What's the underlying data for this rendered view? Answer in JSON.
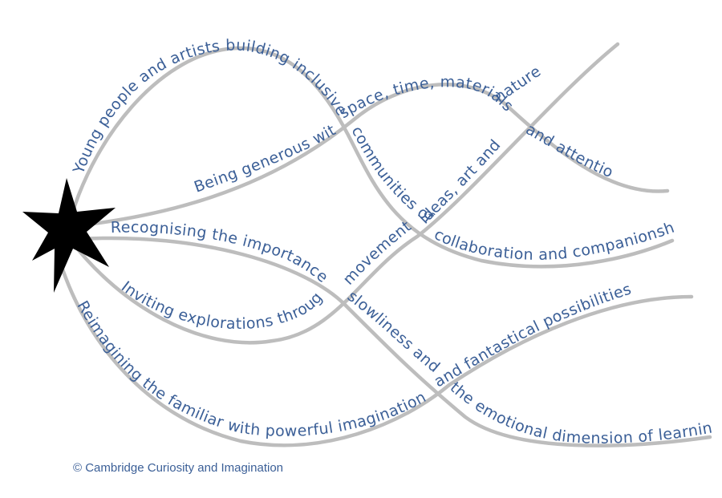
{
  "labels": {
    "young_people": "Young people and artists building inclusive",
    "communities": "communities of",
    "collaboration": "collaboration and companionship",
    "being_generous": "Being generous with",
    "space_time": "space, time, materials",
    "nature": "nature",
    "and_attention": "and attention",
    "recognising": "Recognising the importance of",
    "slowliness": "slowliness and",
    "emotional": "the emotional dimension of learning",
    "inviting": "Inviting explorations through",
    "movement": "movement",
    "ideas_art": "ideas, art and",
    "reimagining": "Reimagining the familiar with powerful imaginations",
    "fantastical": "and fantastical possibilities"
  },
  "footer": {
    "credit": "© Cambridge Curiosity and Imagination"
  },
  "colors": {
    "text": "#3b5f97",
    "strand": "#bdbdbd",
    "star": "#000000"
  },
  "icons": {
    "origin": "star-icon"
  }
}
